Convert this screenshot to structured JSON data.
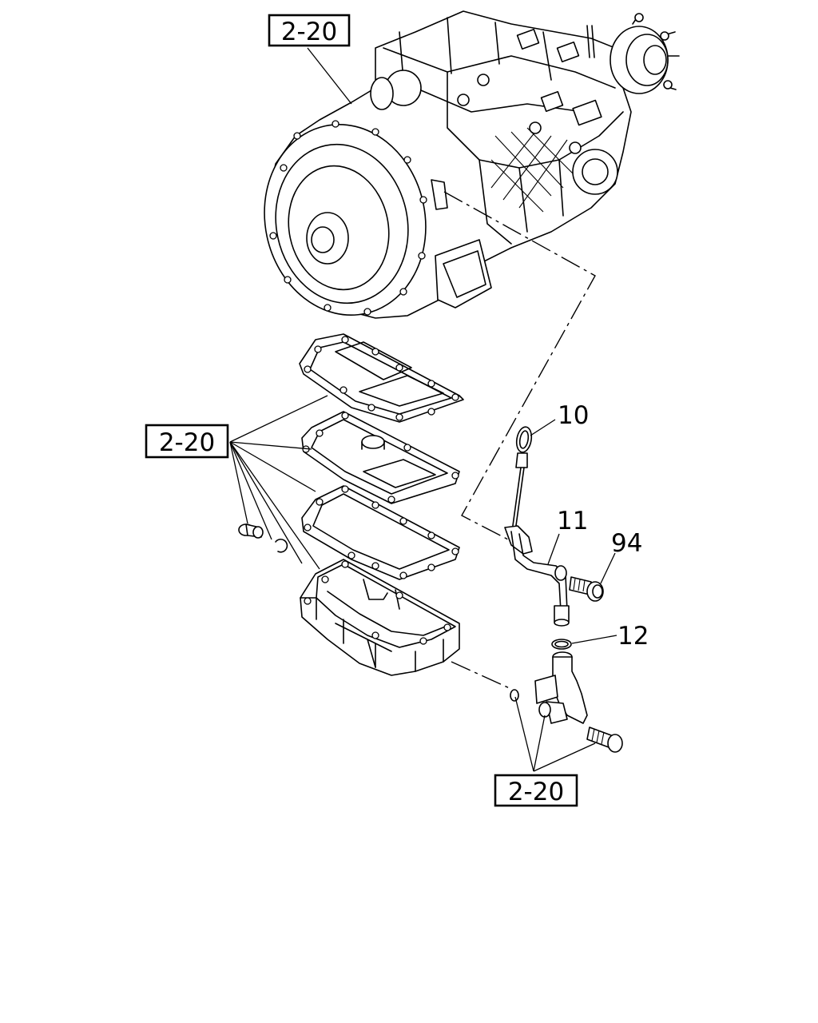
{
  "references": {
    "top": "2-20",
    "left": "2-20",
    "bottom": "2-20"
  },
  "parts": {
    "dipstick": "10",
    "guide_tube": "11",
    "bolt": "94",
    "o_ring": "12"
  }
}
